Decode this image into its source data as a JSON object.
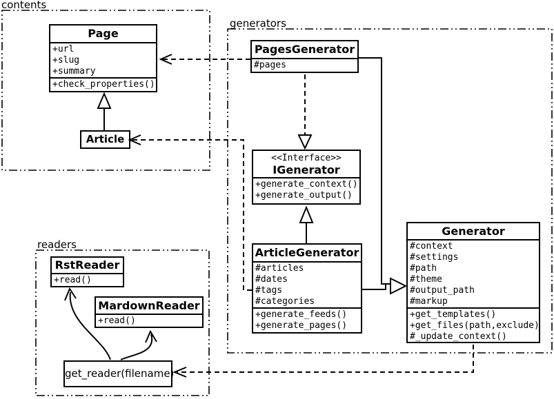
{
  "packages": {
    "contents": {
      "label": "contents"
    },
    "generators": {
      "label": "generators"
    },
    "readers": {
      "label": "readers"
    }
  },
  "classes": {
    "page": {
      "title": "Page",
      "attrs": [
        "+url",
        "+slug",
        "+summary"
      ],
      "methods": [
        "+check_properties()"
      ]
    },
    "article": {
      "title": "Article"
    },
    "pagesGenerator": {
      "title": "PagesGenerator",
      "attrs": [
        "#pages"
      ]
    },
    "igenerator": {
      "stereotype": "<<Interface>>",
      "title": "IGenerator",
      "methods": [
        "+generate_context()",
        "+generate_output()"
      ]
    },
    "articleGenerator": {
      "title": "ArticleGenerator",
      "attrs": [
        "#articles",
        "#dates",
        "#tags",
        "#categories"
      ],
      "methods": [
        "+generate_feeds()",
        "+generate_pages()"
      ]
    },
    "generator": {
      "title": "Generator",
      "attrs": [
        "#context",
        "#settings",
        "#path",
        "#theme",
        "#output_path",
        "#markup"
      ],
      "methods": [
        "+get_templates()",
        "+get_files(path,exclude)",
        "#_update_context()"
      ]
    },
    "rstReader": {
      "title": "RstReader",
      "methods": [
        "+read()"
      ]
    },
    "mardownReader": {
      "title": "MardownReader",
      "methods": [
        "+read()"
      ]
    },
    "getReader": {
      "label": "get_reader(filename)"
    }
  },
  "relationships": [
    {
      "from": "Article",
      "to": "Page",
      "type": "generalization"
    },
    {
      "from": "PagesGenerator",
      "to": "Page",
      "type": "dependency"
    },
    {
      "from": "PagesGenerator",
      "to": "IGenerator",
      "type": "realization"
    },
    {
      "from": "PagesGenerator",
      "to": "Generator",
      "type": "generalization"
    },
    {
      "from": "ArticleGenerator",
      "to": "IGenerator",
      "type": "generalization"
    },
    {
      "from": "ArticleGenerator",
      "to": "Generator",
      "type": "generalization"
    },
    {
      "from": "ArticleGenerator",
      "to": "Article",
      "type": "dependency"
    },
    {
      "from": "Generator",
      "to": "get_reader(filename)",
      "type": "dependency"
    },
    {
      "from": "get_reader(filename)",
      "to": "RstReader",
      "type": "arrow"
    },
    {
      "from": "get_reader(filename)",
      "to": "MardownReader",
      "type": "arrow"
    }
  ],
  "colors": {
    "line": "#000000",
    "background": "#ffffff"
  }
}
